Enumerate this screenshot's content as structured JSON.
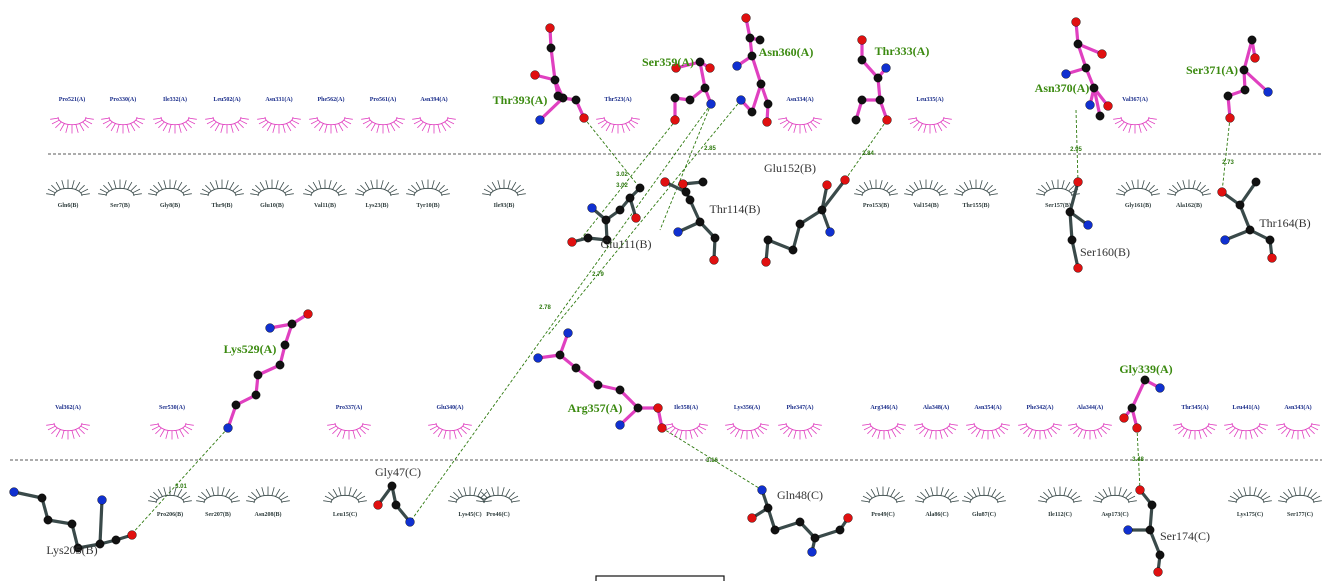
{
  "hydrophobic_a_row1": [
    "Pro521(A)",
    "Pro330(A)",
    "Ile332(A)",
    "Leu502(A)",
    "Asn331(A)",
    "Phe562(A)",
    "Pro561(A)",
    "Asn394(A)",
    "Thr523(A)",
    "Asn334(A)",
    "Leu335(A)",
    "Val367(A)"
  ],
  "hydrophobic_b_row1": [
    "Gln6(B)",
    "Ser7(B)",
    "Gly8(B)",
    "Thr9(B)",
    "Glu10(B)",
    "Val11(B)",
    "Lys23(B)",
    "Tyr10(B)",
    "Ile93(B)",
    "Pro153(B)",
    "Val154(B)",
    "Thr155(B)",
    "Ser157(B)",
    "Gly161(B)",
    "Ala162(B)"
  ],
  "hydrophobic_a_row2": [
    "Val362(A)",
    "Ser530(A)",
    "Pro337(A)",
    "Glu340(A)",
    "Ile358(A)",
    "Lys356(A)",
    "Phe347(A)",
    "Arg346(A)",
    "Ala348(A)",
    "Asn354(A)",
    "Phe342(A)",
    "Ala344(A)",
    "Thr345(A)",
    "Leu441(A)",
    "Asn343(A)"
  ],
  "hydrophobic_c_row2": [
    "Pro206(B)",
    "Ser207(B)",
    "Asn208(B)",
    "Leu15(C)",
    "Lys45(C)",
    "Pro46(C)",
    "Pro49(C)",
    "Ala86(C)",
    "Glu87(C)",
    "Ile112(C)",
    "Asp173(C)",
    "Lys175(C)",
    "Ser177(C)"
  ],
  "residues_a": [
    "Thr393(A)",
    "Ser359(A)",
    "Asn360(A)",
    "Thr333(A)",
    "Asn370(A)",
    "Ser371(A)",
    "Lys529(A)",
    "Arg357(A)",
    "Gly339(A)"
  ],
  "residues_b": [
    "Glu111(B)",
    "Thr114(B)",
    "Glu152(B)",
    "Ser160(B)",
    "Thr164(B)",
    "Lys205(B)",
    "Gly47(C)",
    "Gln48(C)",
    "Ser174(C)"
  ],
  "hbond_distances": [
    "3.02",
    "3.02",
    "2.85",
    "2.84",
    "2.95",
    "2.73",
    "2.79",
    "2.78",
    "3.01",
    "3.16",
    "3.48"
  ],
  "colors": {
    "ligand_bond": "#e040c0",
    "chain_bond": "#3a4a4a",
    "hbond": "#2f7a10",
    "oxygen": "#e01010",
    "nitrogen": "#1030d0",
    "carbon": "#111111",
    "label_a": "#3b8a10",
    "label_b": "#333333",
    "hydrophobic_a": "#e040c0",
    "hydrophobic_b": "#3a4a4a"
  }
}
